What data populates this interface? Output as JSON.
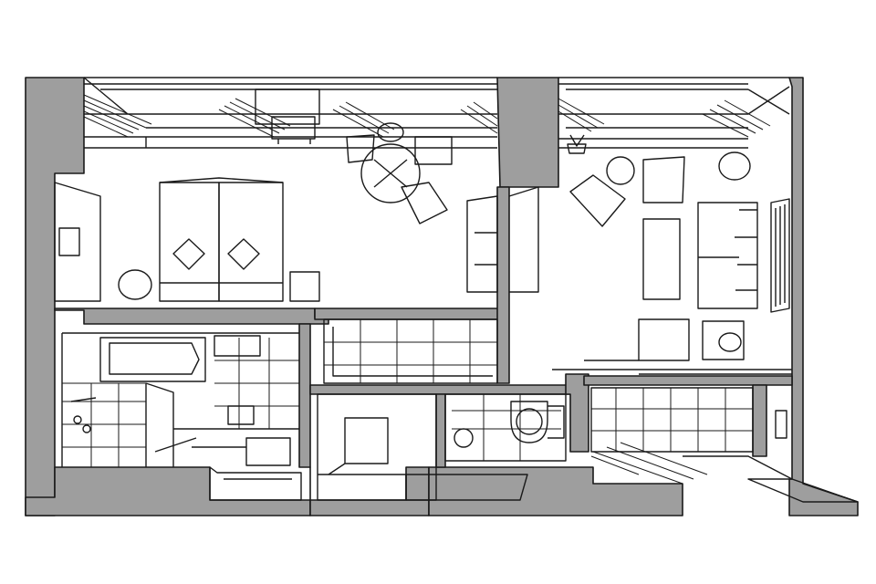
{
  "drawing": {
    "type": "axonometric floor plan",
    "colors": {
      "background": "#ffffff",
      "wall_cut": "#9e9e9e",
      "line": "#1a1a1a",
      "fill": "#ffffff"
    },
    "rooms": [
      "bedroom",
      "living-room",
      "bathroom",
      "entrance-hall",
      "closet",
      "toilet",
      "storage-corridor"
    ]
  }
}
